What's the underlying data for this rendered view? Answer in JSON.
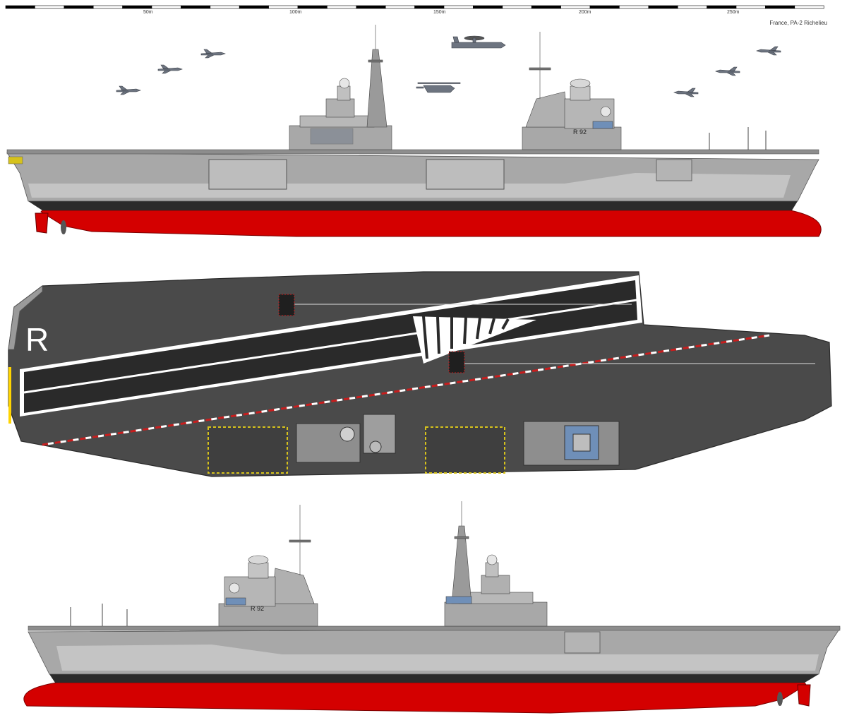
{
  "caption": "France, PA-2  Richelieu",
  "scale_ticks": [
    "50m",
    "100m",
    "150m",
    "200m",
    "250m"
  ],
  "hull_number": "R 92",
  "deck_letter": "R",
  "colors": {
    "hull_grey": "#a8a8a8",
    "dark_grey": "#5f5f5f",
    "deck": "#4a4a4a",
    "runway": "#2a2a2a",
    "antifouling_red": "#d40000",
    "boot_black": "#2b2b2b",
    "window_blue": "#6f8fb8",
    "deck_line_red": "#c81e1e",
    "hazard_yellow": "#d6c21c"
  }
}
